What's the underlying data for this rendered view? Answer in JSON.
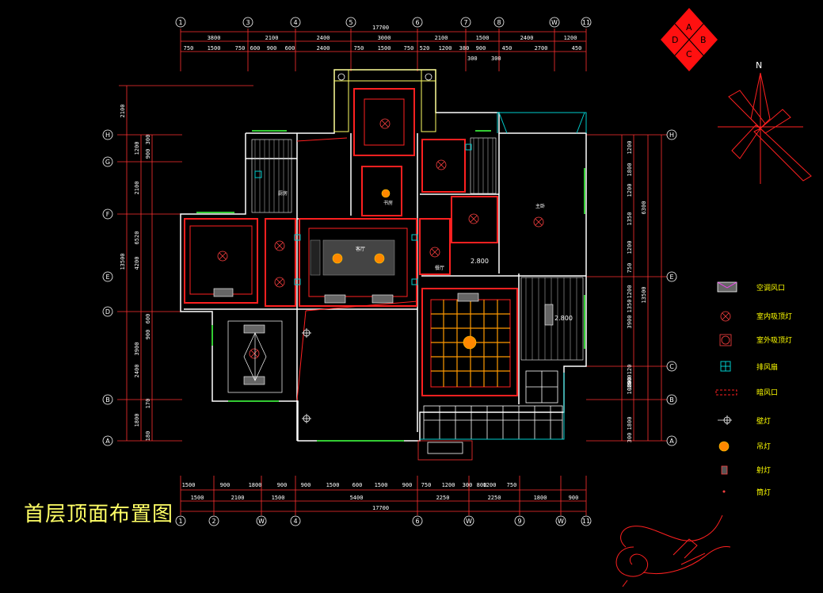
{
  "drawing": {
    "title": "首层顶面布置图",
    "colors": {
      "background": "#000000",
      "wall": "#ffffff",
      "ceiling_red": "#ff2020",
      "axis_red": "#ff3030",
      "window_green": "#33cc33",
      "cyan": "#00cccc",
      "yellow": "#ffff00",
      "orange": "#ff9900"
    }
  },
  "grid": {
    "top_axes": [
      "1",
      "3",
      "4",
      "5",
      "6",
      "7",
      "8",
      "W",
      "11"
    ],
    "bottom_axes": [
      "1",
      "2",
      "W",
      "4",
      "6",
      "W",
      "9",
      "W",
      "11"
    ],
    "left_axes": [
      "H",
      "G",
      "F",
      "E",
      "D",
      "B",
      "A"
    ],
    "right_axes": [
      "H",
      "E",
      "C",
      "B",
      "A"
    ]
  },
  "dimensions": {
    "top_total": "17700",
    "top_row1": [
      "3800",
      "2100",
      "2400",
      "3000",
      "2100",
      "1500",
      "2400",
      "1200"
    ],
    "top_row2": [
      "750",
      "1500",
      "750",
      "600",
      "900",
      "600",
      "2400",
      "750",
      "1500",
      "750",
      "520",
      "1200",
      "380",
      "900",
      "450",
      "2700",
      "450"
    ],
    "top_row3": [
      "300",
      "300"
    ],
    "bottom_row1": [
      "1500",
      "900",
      "1800",
      "900",
      "900",
      "1500",
      "600",
      "1500",
      "900",
      "750",
      "1200",
      "300",
      "800",
      "1200",
      "750"
    ],
    "bottom_row2": [
      "1500",
      "2100",
      "1500",
      "5400",
      "2250",
      "2250",
      "1800",
      "900"
    ],
    "bottom_total": "17700",
    "left_outer": [
      "2100",
      "13500"
    ],
    "left_mid": [
      "1200",
      "2100",
      "6520",
      "4200",
      "3900",
      "2400",
      "1800"
    ],
    "left_inner": [
      "300",
      "900",
      "600",
      "900",
      "170",
      "180"
    ],
    "right_inner": [
      "1200",
      "1800",
      "1200",
      "1350",
      "1200",
      "750",
      "1200",
      "1350",
      "3900",
      "120",
      "1800",
      "1000",
      "1500",
      "1800",
      "300"
    ],
    "right_outer": [
      "6300",
      "13500"
    ]
  },
  "annotations": {
    "level1": "2.800",
    "level2": "2.800"
  },
  "room_labels": [
    "客厅",
    "主卧",
    "餐厅",
    "书房",
    "厨房"
  ],
  "legend": [
    {
      "label": "空调风口",
      "icon": "ac-vent-icon"
    },
    {
      "label": "室内吸顶灯",
      "icon": "ceiling-light-icon"
    },
    {
      "label": "室外吸顶灯",
      "icon": "outdoor-light-icon"
    },
    {
      "label": "排风扇",
      "icon": "exhaust-fan-icon"
    },
    {
      "label": "暗风口",
      "icon": "hidden-vent-icon"
    },
    {
      "label": "壁灯",
      "icon": "wall-lamp-icon"
    },
    {
      "label": "吊灯",
      "icon": "chandelier-icon"
    },
    {
      "label": "射灯",
      "icon": "spotlight-icon"
    },
    {
      "label": "筒灯",
      "icon": "downlight-icon"
    }
  ],
  "compass": {
    "north": "N",
    "quadrants": [
      "A",
      "B",
      "C",
      "D"
    ]
  }
}
